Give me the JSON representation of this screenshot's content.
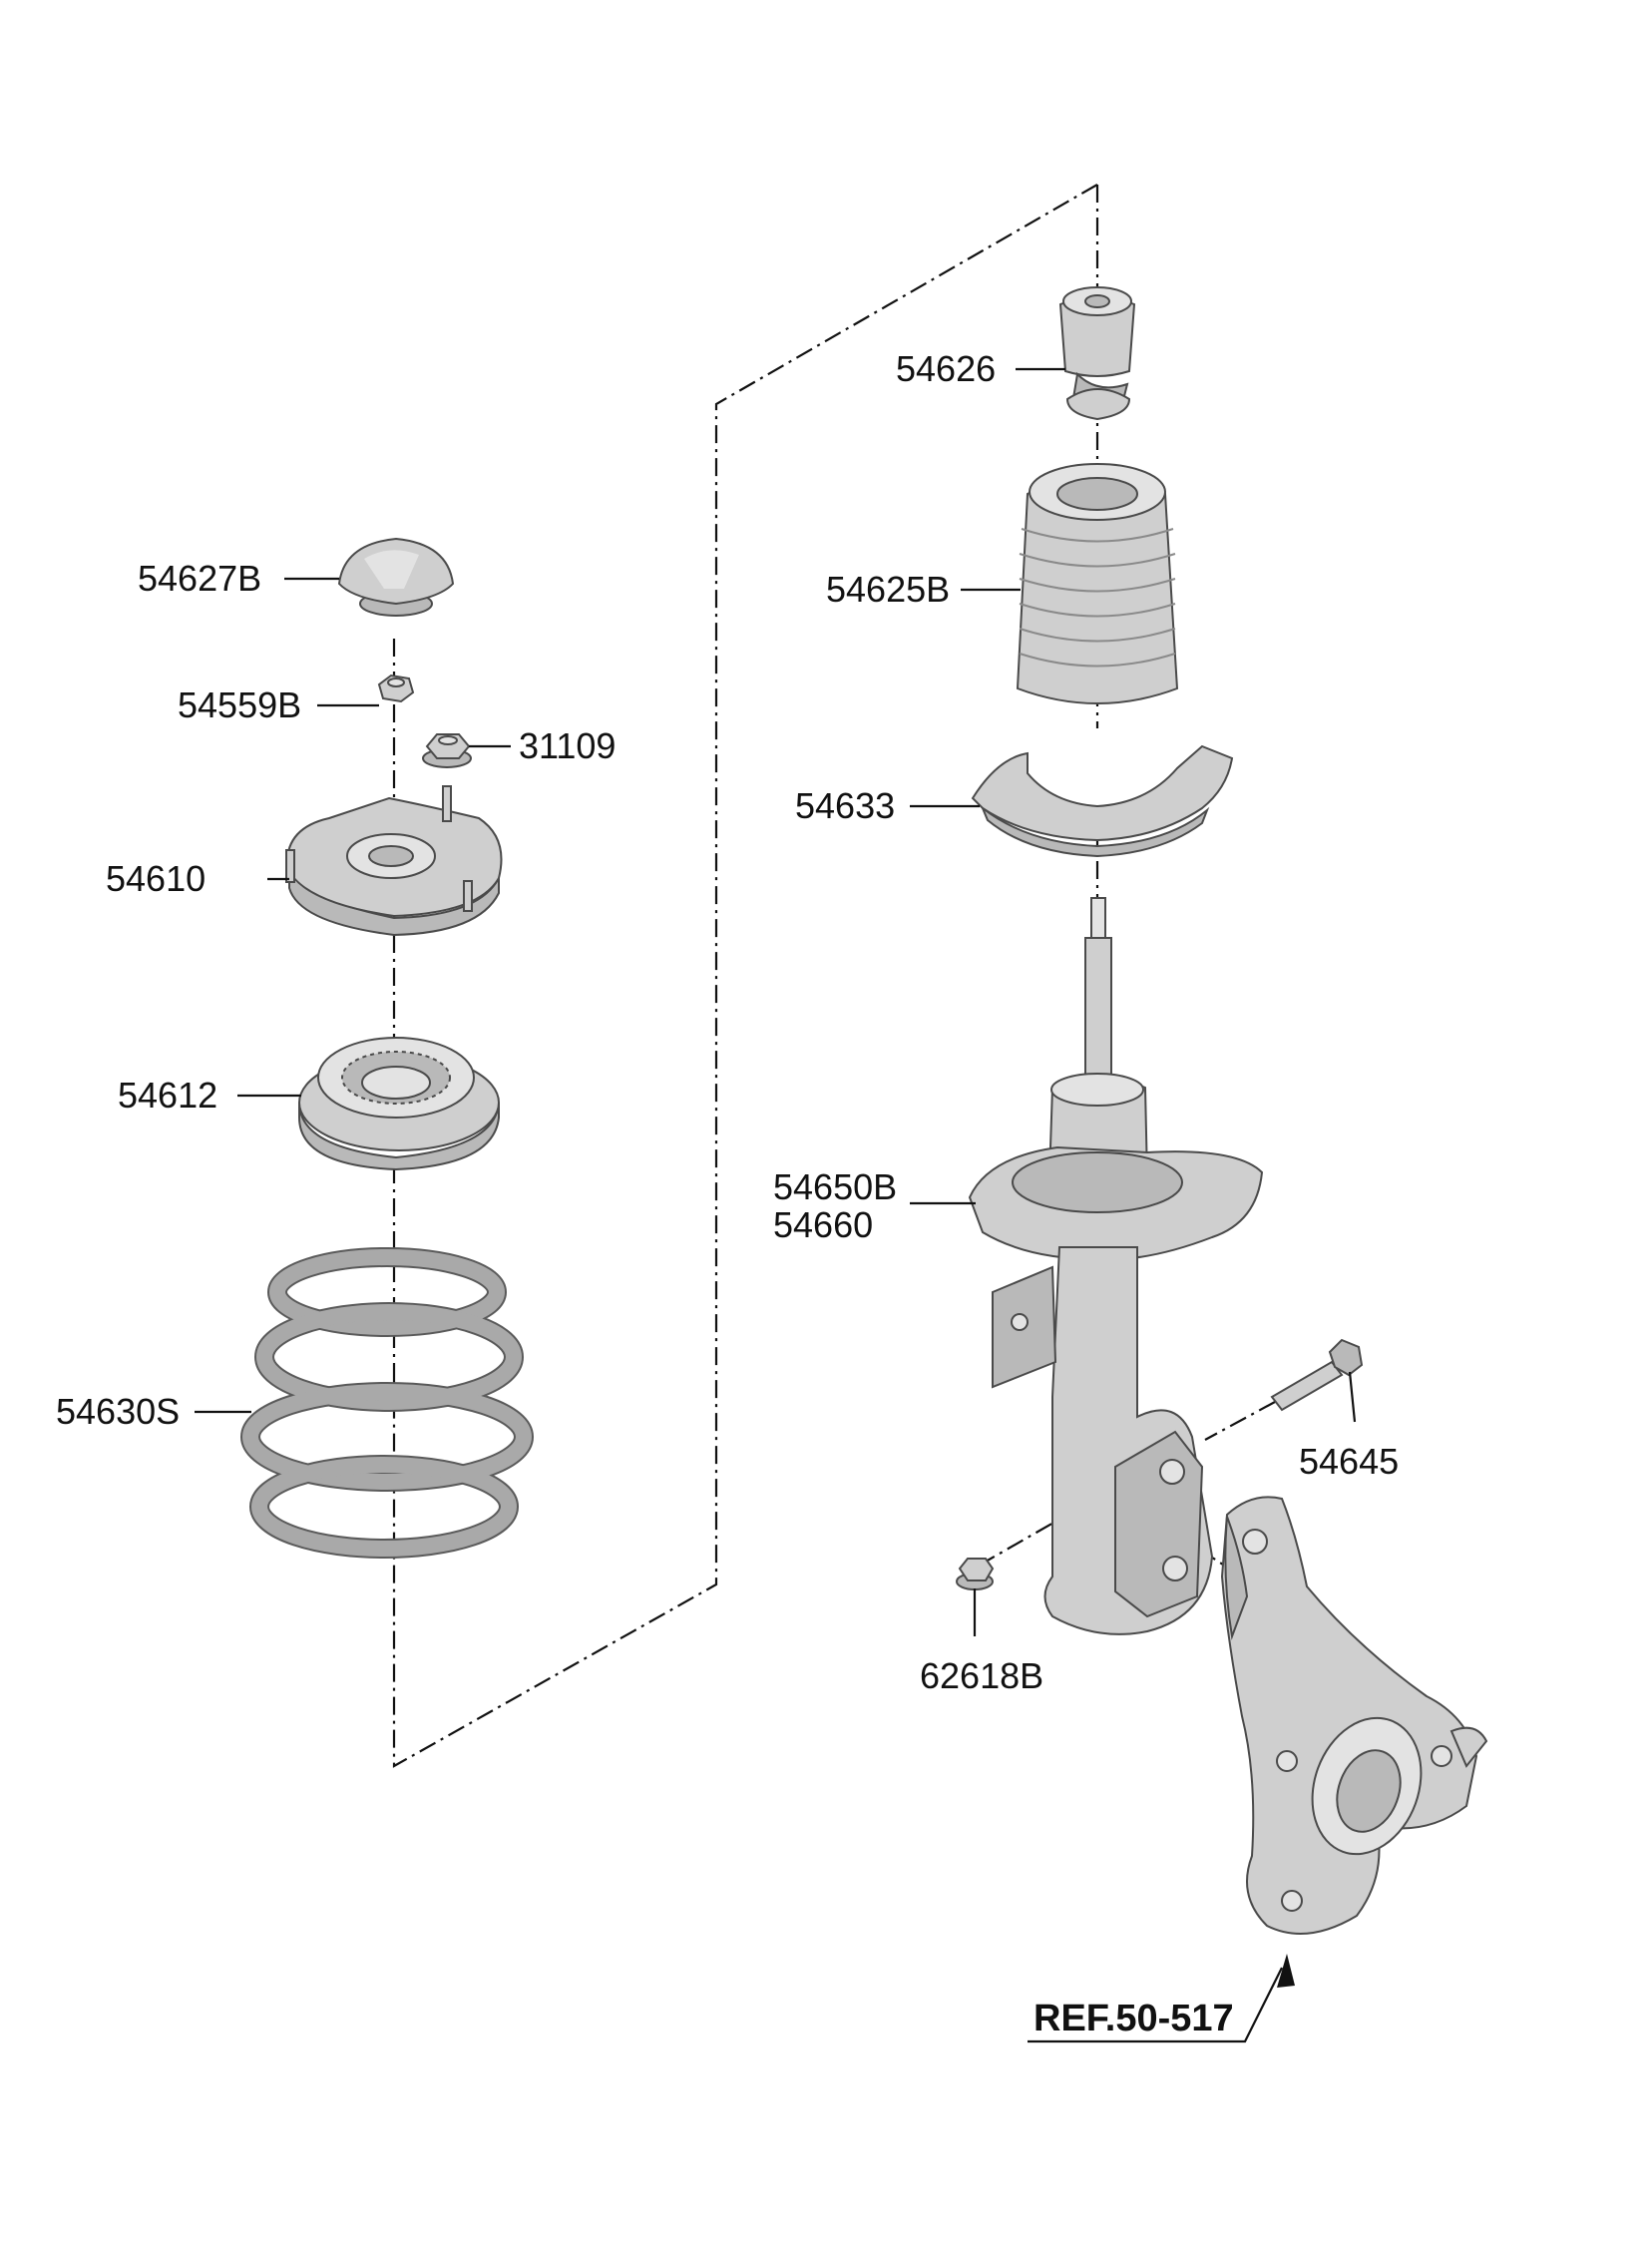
{
  "parts": {
    "p54627B": "54627B",
    "p54559B": "54559B",
    "p31109": "31109",
    "p54610": "54610",
    "p54612": "54612",
    "p54630S": "54630S",
    "p54626": "54626",
    "p54625B": "54625B",
    "p54633": "54633",
    "p54650B": "54650B",
    "p54660": "54660",
    "p54645": "54645",
    "p62618B": "62618B"
  },
  "reference": "REF.50-517",
  "icons": {
    "top_cap": "dust-cap-icon",
    "nut": "hex-nut-icon",
    "flange_nut": "flange-nut-icon",
    "mount": "strut-mount-icon",
    "bearing": "strut-bearing-icon",
    "spring": "coil-spring-icon",
    "bump_stop": "bump-stopper-icon",
    "dust_cover": "dust-cover-icon",
    "spring_pad": "spring-pad-icon",
    "strut": "strut-assembly-icon",
    "bolt": "bolt-icon",
    "knuckle": "steering-knuckle-icon"
  },
  "colors": {
    "line": "#111111",
    "part_fill": "#cfcfcf",
    "part_outline": "#4a4a4a"
  }
}
